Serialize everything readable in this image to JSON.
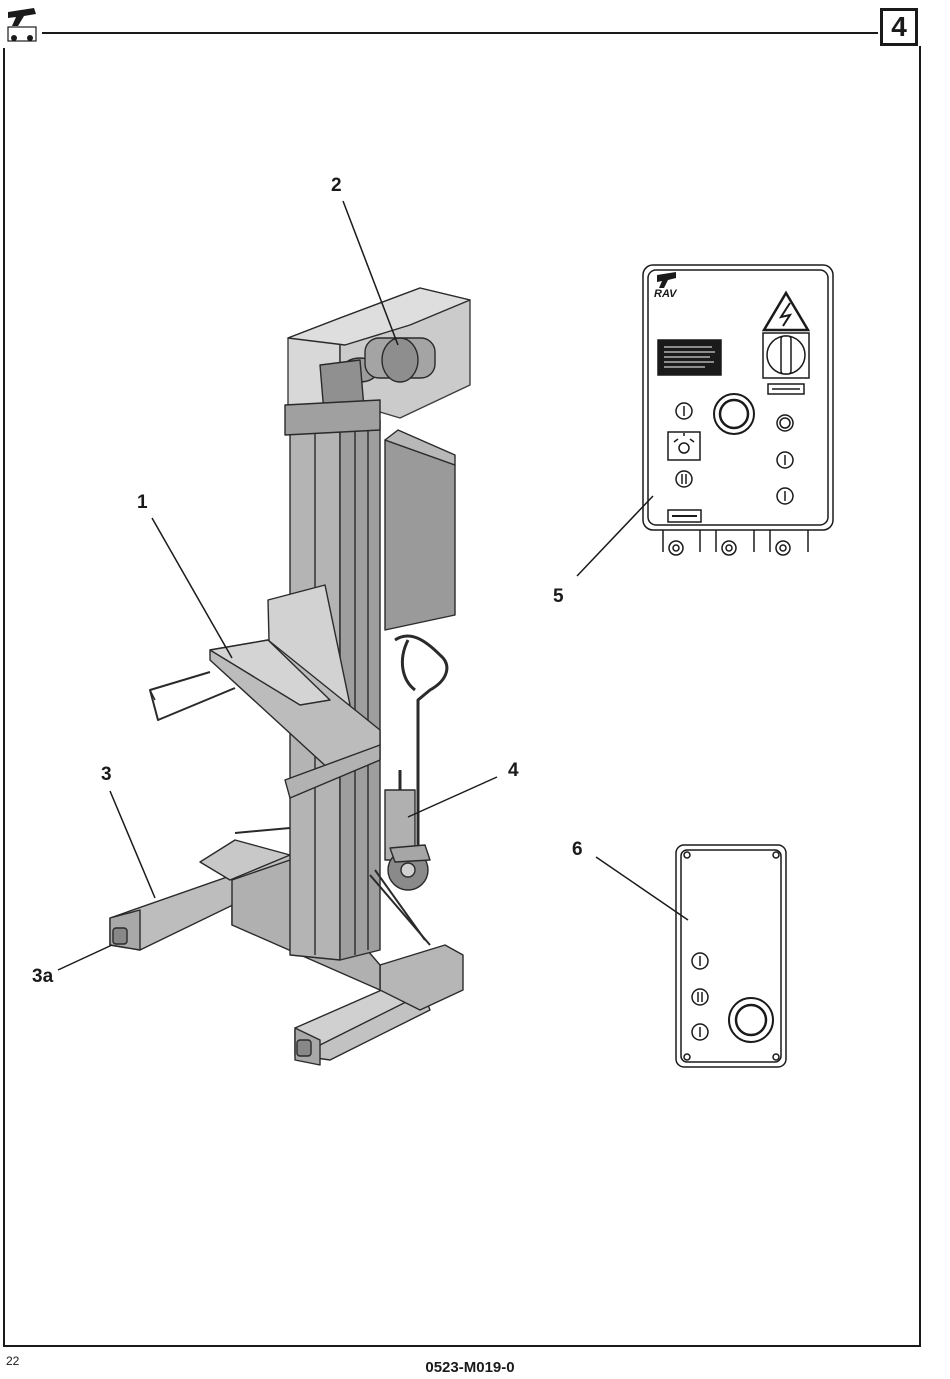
{
  "header": {
    "section_number": "4"
  },
  "control_panel": {
    "brand_text": "RAV"
  },
  "callouts": {
    "c1": "1",
    "c2": "2",
    "c3": "3",
    "c3a": "3a",
    "c4": "4",
    "c5": "5",
    "c6": "6"
  },
  "footer": {
    "page_number": "22",
    "doc_code": "0523-M019-0"
  }
}
